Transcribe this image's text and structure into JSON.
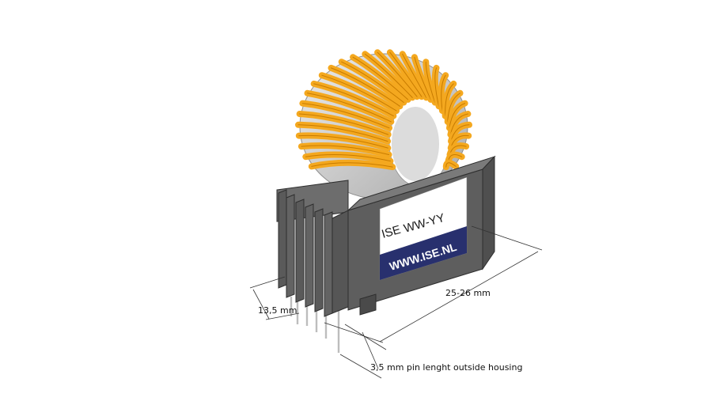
{
  "label": {
    "line1_brand": "ISE",
    "line1_code": "WW-YY",
    "url": "WWW.ISE.NL"
  },
  "dimensions": {
    "width": "13,5 mm",
    "length": "25-26 mm",
    "pin": "3,5 mm pin lenght outside housing"
  },
  "colors": {
    "housing": "#5c5c5c",
    "winding": "#f4a81f",
    "core": "#cfcfcf",
    "label_band": "#28306e",
    "pin": "#c8c8c8"
  }
}
